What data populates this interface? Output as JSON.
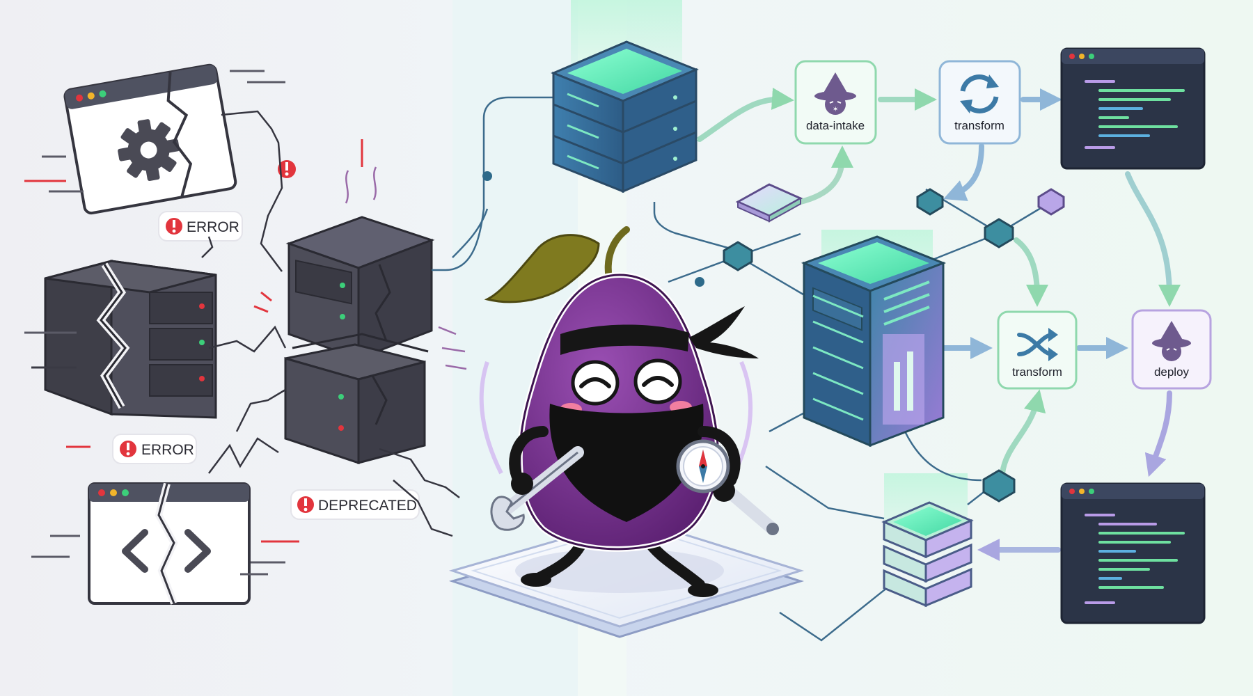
{
  "labels": {
    "error_1": "ERROR",
    "error_2": "ERROR",
    "deprecated": "DEPRECATED"
  },
  "pipeline": {
    "data_intake": "data-intake",
    "transform_top": "transform",
    "transform_mid": "transform",
    "deploy": "deploy"
  },
  "icons": {
    "error_alert": "exclamation-circle-icon",
    "data_intake": "wizard-hat-icon",
    "transform_top": "refresh-cycle-icon",
    "transform_mid": "shuffle-icon",
    "deploy": "wizard-hat-icon",
    "broken_settings": "gear-icon",
    "broken_code": "code-brackets-icon",
    "mascot_tools": "wrench-icon",
    "mascot_compass": "compass-icon"
  },
  "colors": {
    "error_red": "#e2353d",
    "accent_green": "#5ef0b0",
    "accent_purple": "#c9a3f0",
    "eggplant": "#6e2a86",
    "server_blue": "#3b6e9c",
    "broken_gray": "#4a4a55",
    "terminal_dark": "#2b3447"
  }
}
